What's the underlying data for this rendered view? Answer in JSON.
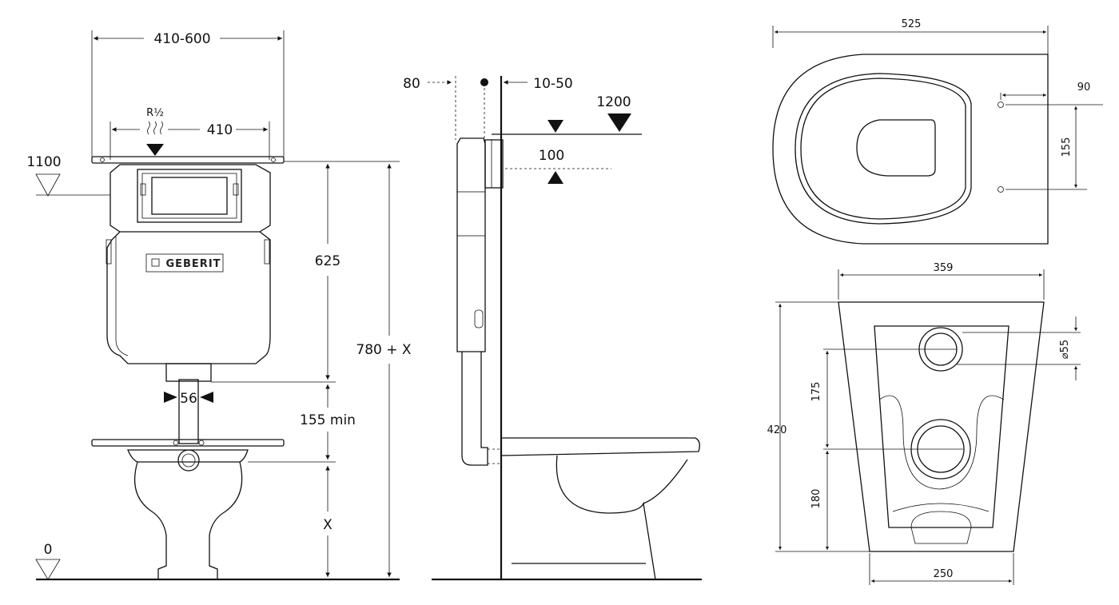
{
  "front_view": {
    "frame_width": "410-600",
    "connection": "R½",
    "inner_width": "410",
    "level_1100": "1100",
    "height_625": "625",
    "total_height": "780 + X",
    "pipe_width": "56",
    "min_155": "155 min",
    "x_height": "X",
    "level_0": "0",
    "brand": "GEBERIT"
  },
  "side_view": {
    "depth_80": "80",
    "wall_gap": "10-50",
    "level_1200": "1200",
    "offset_100": "100"
  },
  "top_view": {
    "length": "525",
    "bolt_offset": "90",
    "bolt_spacing": "155"
  },
  "rear_view": {
    "width_top": "359",
    "outlet_diameter": "⌀55",
    "height_175": "175",
    "height_420": "420",
    "height_180": "180",
    "width_bottom": "250"
  }
}
